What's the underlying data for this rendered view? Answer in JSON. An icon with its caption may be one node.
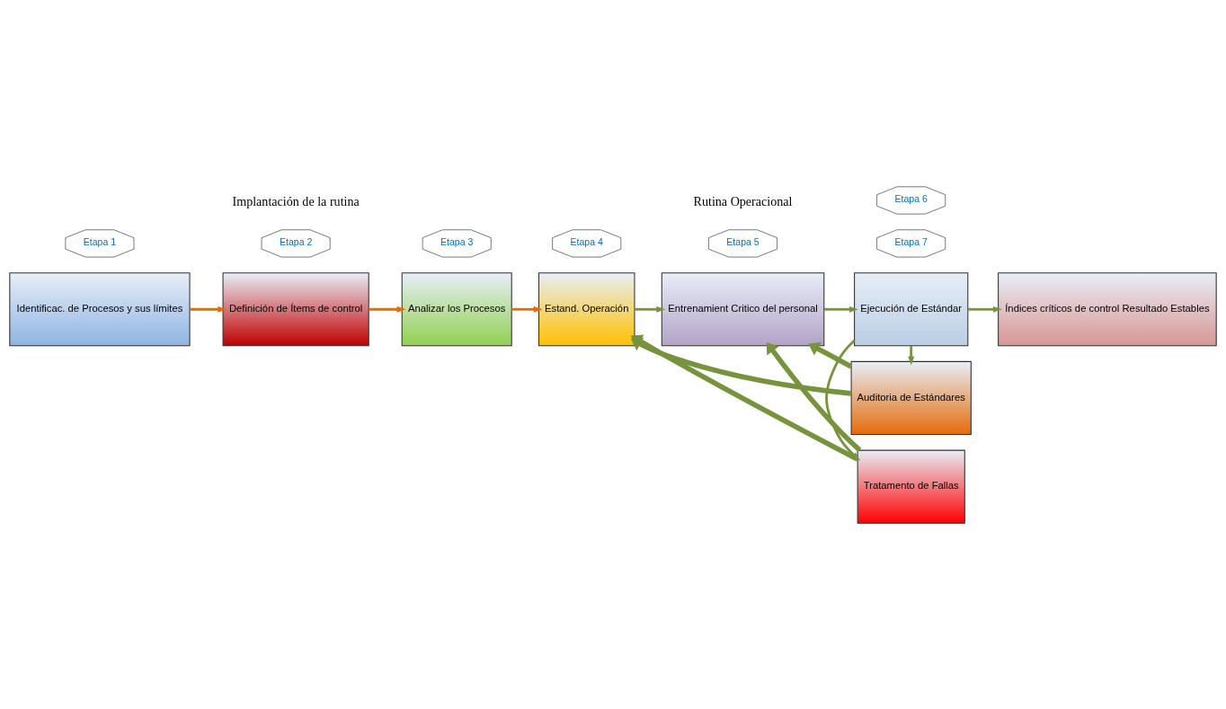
{
  "diagram": {
    "nodes": [
      {
        "text": [
          "Identificac. de Procesos y sus límites"
        ]
      },
      {
        "text": [
          "Etapa 1"
        ]
      },
      {
        "text": [
          "Definición de Ítems de control"
        ]
      },
      {
        "text": [
          "Etapa 2"
        ]
      },
      {
        "text": [
          "Analizar los Procesos"
        ]
      },
      {
        "text": [
          "Etapa 3"
        ]
      },
      {
        "text": [
          "Estand. Operación"
        ]
      },
      {
        "text": [
          "Etapa 4"
        ]
      },
      {
        "text": [
          "Entrenamient Critico del personal"
        ]
      },
      {
        "text": [
          "Etapa 5"
        ]
      },
      {
        "text": [
          "Tratamento de Fallas"
        ]
      },
      {
        "text": [
          "Etapa 7"
        ]
      },
      {
        "text": [
          "Ejecución de Estándar"
        ]
      },
      {
        "text": [
          "Auditoria de Estándares"
        ]
      },
      {
        "text": [
          "Etapa 6"
        ]
      },
      {
        "text": [
          "Índices críticos de control Resultado Estables"
        ]
      }
    ],
    "edges": [
      {
        "from": 0,
        "to": 2,
        "arrow": "to",
        "color": "#e36c09"
      },
      {
        "from": 2,
        "to": 4,
        "arrow": "to",
        "color": "#e36c09"
      },
      {
        "from": 4,
        "to": 6,
        "arrow": "to",
        "color": "#e36c09"
      },
      {
        "from": 6,
        "to": 8,
        "arrow": "to"
      },
      {
        "from": 8,
        "to": 12,
        "arrow": "to"
      },
      {
        "from": 12,
        "to": 15,
        "arrow": "to"
      },
      {
        "from": 12,
        "to": 10,
        "arrow": "to"
      },
      {
        "from": 12,
        "to": 13,
        "arrow": "to"
      },
      {
        "from": 10,
        "to": 6,
        "arrow": "to",
        "style": "thick"
      },
      {
        "from": 10,
        "to": 8,
        "arrow": "to",
        "style": "thick"
      },
      {
        "from": 13,
        "to": 6,
        "arrow": "to",
        "style": "thick"
      },
      {
        "from": 13,
        "to": 8,
        "arrow": "to",
        "style": "thick"
      }
    ],
    "labels": [
      "Rutina Operacional",
      "Implantación de la rutina"
    ]
  }
}
